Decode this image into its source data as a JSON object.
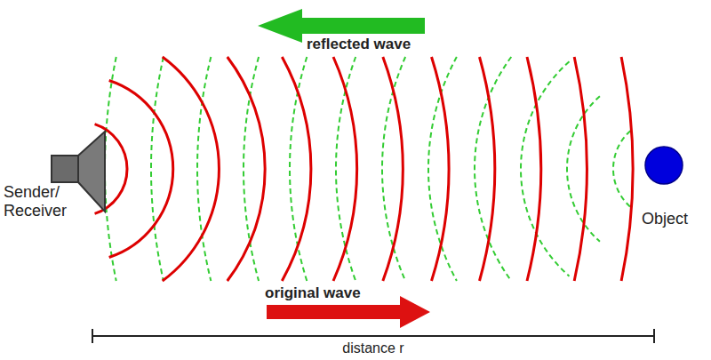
{
  "diagram": {
    "labels": [
      "reflected wave",
      "Sender/ Receiver",
      "Object",
      "original wave",
      "distance r"
    ]
  }
}
